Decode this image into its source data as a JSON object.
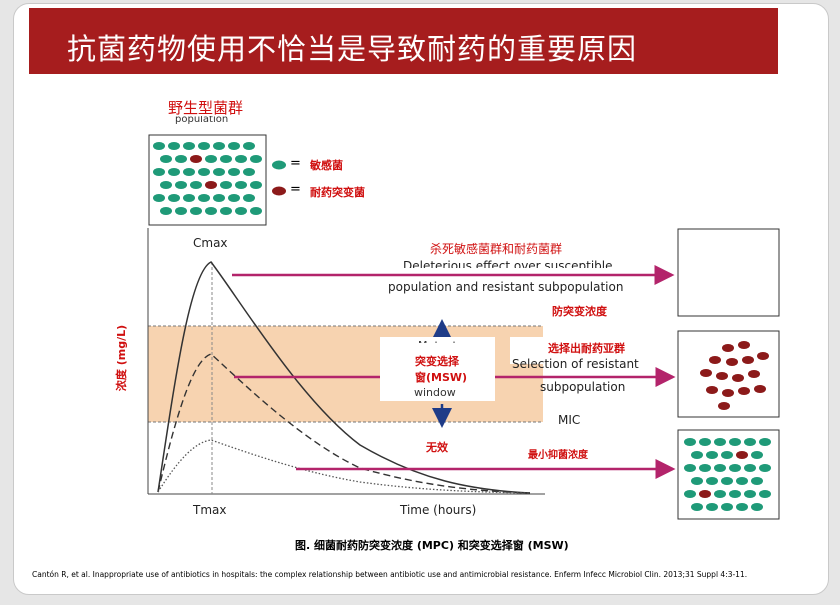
{
  "slide": {
    "title": "抗菌药物使用不恰当是导致耐药的重要原因",
    "colors": {
      "title_bg": "#a61d1e",
      "susceptible": "#1f9a78",
      "resistant": "#8c1a1a",
      "msw_band": "#f7d3b0",
      "arrow": "#b3246b",
      "label_red": "#d01010"
    }
  },
  "legend": {
    "population_zh": "野生型菌群",
    "population_en": "population",
    "susceptible_symbol": "=",
    "susceptible_zh": "敏感菌",
    "resistant_symbol": "=",
    "resistant_zh": "耐药突变菌"
  },
  "graph": {
    "cmax": "Cmax",
    "tmax": "Tmax",
    "x_label": "Time (hours)",
    "y_label": "浓度 (mg/L)"
  },
  "zones": {
    "top_zh": "杀死敏感菌群和耐药菌群",
    "top_en_line1": "Deleterious effect over susceptible",
    "top_en_line2": "population and resistant subpopulation",
    "mpc_zh": "防突变浓度",
    "msw_zh_line1": "突变选择",
    "msw_zh_line2": "窗(MSW)",
    "msw_en_line1": "Mutant",
    "msw_en_line2": "window",
    "select_zh": "选择出耐药亚群",
    "select_en_line1": "Selection of resistant",
    "select_en_line2": "subpopulation",
    "mic": "MIC",
    "none_zh": "无效",
    "mic_zh": "最小抑菌浓度"
  },
  "caption": "图. 细菌耐药防突变浓度 (MPC) 和突变选择窗 (MSW)",
  "reference": "Cantón R, et al. Inappropriate use of antibiotics in hospitals: the complex relationship between antibiotic use and antimicrobial resistance. Enferm Infecc Microbiol Clin. 2013;31 Suppl 4:3-11."
}
